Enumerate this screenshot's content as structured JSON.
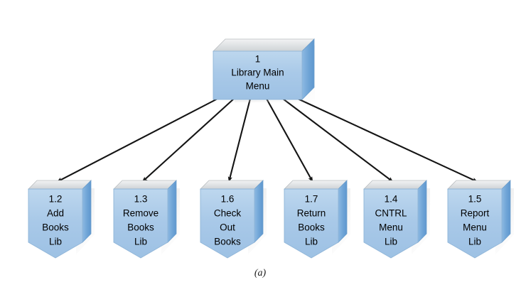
{
  "figure": {
    "caption": "(a)",
    "background_color": "#ffffff"
  },
  "palette": {
    "face_fill": "#a9c9e8",
    "face_fill_light": "#bcd6ee",
    "side_fill": "#7fb0dd",
    "side_fill_dark": "#5f9ad0",
    "top_fill": "#d9dcdd",
    "top_fill_light": "#eceeef",
    "outline": "#7fa8cc",
    "arrow_color": "#141414",
    "text_color": "#000000",
    "shadow_color": "#c9c9c9"
  },
  "root": {
    "id": "1",
    "number": "1",
    "lines": [
      "1",
      "Library Main",
      "Menu"
    ],
    "label": "Library Main Menu",
    "shape": "box-3d"
  },
  "children": [
    {
      "id": "1.2",
      "number": "1.2",
      "lines": [
        "1.2",
        "Add",
        "Books",
        "Lib"
      ],
      "label": "Add Books Lib",
      "shape": "pentagon-3d"
    },
    {
      "id": "1.3",
      "number": "1.3",
      "lines": [
        "1.3",
        "Remove",
        "Books",
        "Lib"
      ],
      "label": "Remove Books Lib",
      "shape": "pentagon-3d"
    },
    {
      "id": "1.6",
      "number": "1.6",
      "lines": [
        "1.6",
        "Check",
        "Out",
        "Books"
      ],
      "label": "Check Out Books",
      "shape": "pentagon-3d"
    },
    {
      "id": "1.7",
      "number": "1.7",
      "lines": [
        "1.7",
        "Return",
        "Books",
        "Lib"
      ],
      "label": "Return Books Lib",
      "shape": "pentagon-3d"
    },
    {
      "id": "1.4",
      "number": "1.4",
      "lines": [
        "1.4",
        "CNTRL",
        "Menu",
        "Lib"
      ],
      "label": "CNTRL Menu Lib",
      "shape": "pentagon-3d"
    },
    {
      "id": "1.5",
      "number": "1.5",
      "lines": [
        "1.5",
        "Report",
        "Menu",
        "Lib"
      ],
      "label": "Report Menu Lib",
      "shape": "pentagon-3d"
    }
  ],
  "connectors": [
    {
      "from": "1",
      "to": "1.2"
    },
    {
      "from": "1",
      "to": "1.3"
    },
    {
      "from": "1",
      "to": "1.6"
    },
    {
      "from": "1",
      "to": "1.7"
    },
    {
      "from": "1",
      "to": "1.4"
    },
    {
      "from": "1",
      "to": "1.5"
    }
  ]
}
